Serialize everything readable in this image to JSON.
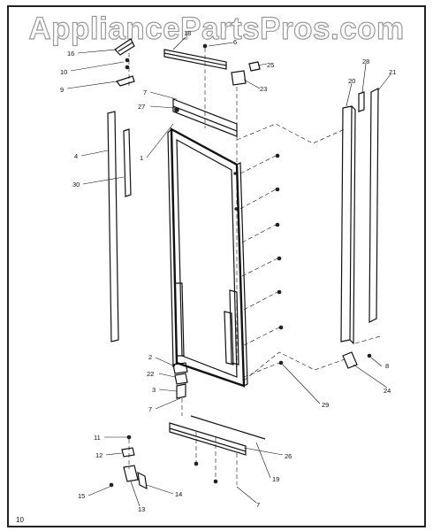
{
  "watermark": "AppliancePartsPros.com",
  "page_number": "10",
  "labels": {
    "l16": "16",
    "l18": "18",
    "l6a": "6",
    "l25": "25",
    "l28": "28",
    "l21": "21",
    "l10": "10",
    "l9": "9",
    "l23": "23",
    "l20": "20",
    "l7a": "7",
    "l27": "27",
    "l1": "1",
    "l4": "4",
    "l30": "30",
    "l2": "2",
    "l22": "22",
    "l3": "3",
    "l7b": "7",
    "l24": "24",
    "l8": "8",
    "l29": "29",
    "l11": "11",
    "l12": "12",
    "l26": "26",
    "l19": "19",
    "l15": "15",
    "l13": "13",
    "l14": "14",
    "l7c": "7"
  }
}
